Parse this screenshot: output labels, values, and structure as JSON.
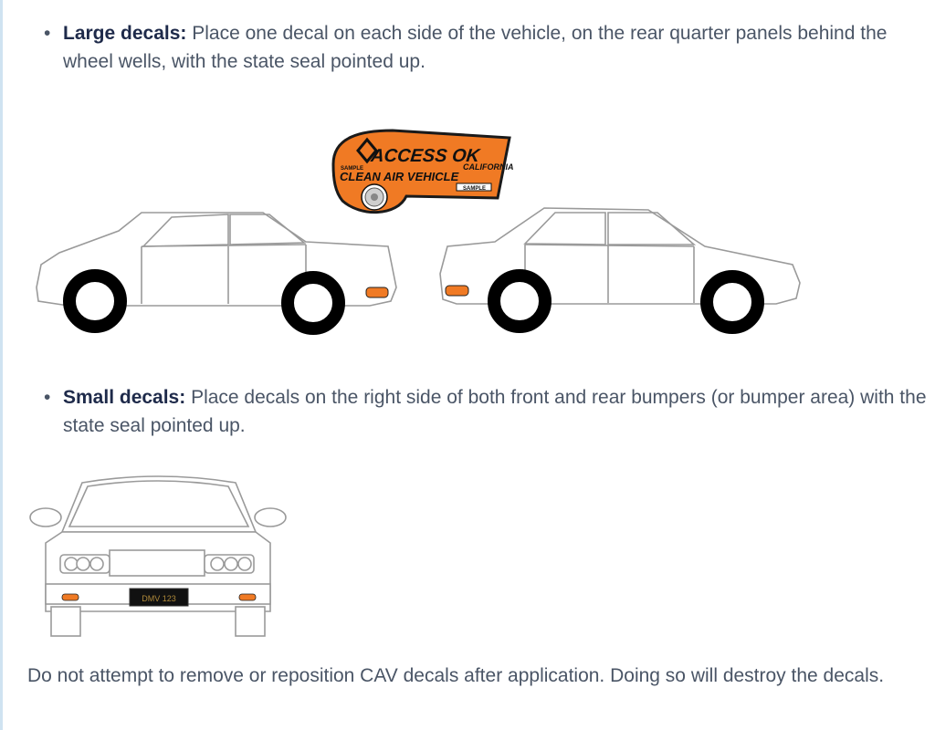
{
  "bullets": [
    {
      "label": "Large decals:",
      "text": " Place one decal on each side of the vehicle, on the rear quarter panels behind the wheel wells, with the state seal pointed up."
    },
    {
      "label": "Small decals:",
      "text": " Place decals on the right side of both front and rear bumpers (or bumper area) with the state seal pointed up."
    }
  ],
  "decal": {
    "line1": "ACCESS OK",
    "california": "CALIFORNIA",
    "sample": "SAMPLE",
    "line2": "CLEAN AIR VEHICLE",
    "sample_box": "SAMPLE"
  },
  "plate": "DMV 123",
  "closing": "Do not attempt to remove or reposition CAV decals after application. Doing so will destroy the decals.",
  "colors": {
    "decal_orange": "#f07a24",
    "heading": "#1e2a4a",
    "body": "#4a5566"
  }
}
